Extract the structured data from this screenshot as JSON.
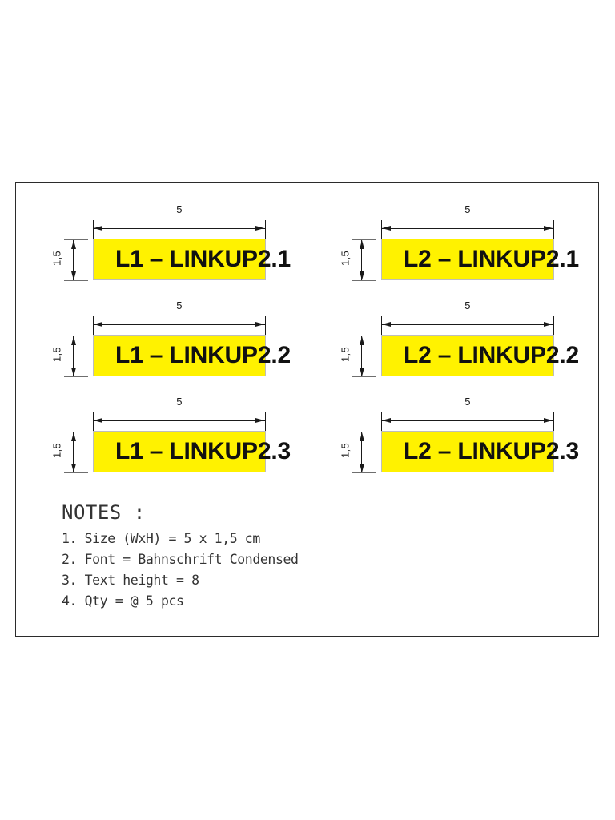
{
  "drawing": {
    "frame_color": "#2b2b2b",
    "background": "#ffffff",
    "sticker_fill": "#FFF200",
    "sticker_border": "#bdbdbd",
    "text_color": "#111111"
  },
  "labels": [
    {
      "text": "L1 – LINKUP2.1",
      "width_dim": "5",
      "height_dim": "1,5",
      "column": "left",
      "row": 1
    },
    {
      "text": "L2 – LINKUP2.1",
      "width_dim": "5",
      "height_dim": "1,5",
      "column": "right",
      "row": 1
    },
    {
      "text": "L1 – LINKUP2.2",
      "width_dim": "5",
      "height_dim": "1,5",
      "column": "left",
      "row": 2
    },
    {
      "text": "L2 – LINKUP2.2",
      "width_dim": "5",
      "height_dim": "1,5",
      "column": "right",
      "row": 2
    },
    {
      "text": "L1 – LINKUP2.3",
      "width_dim": "5",
      "height_dim": "1,5",
      "column": "left",
      "row": 3
    },
    {
      "text": "L2 – LINKUP2.3",
      "width_dim": "5",
      "height_dim": "1,5",
      "column": "right",
      "row": 3
    }
  ],
  "notes": {
    "title": "NOTES :",
    "lines": [
      "1. Size (WxH) = 5 x 1,5 cm",
      "2. Font = Bahnschrift Condensed",
      "3. Text height = 8",
      "4. Qty = @ 5 pcs"
    ]
  }
}
